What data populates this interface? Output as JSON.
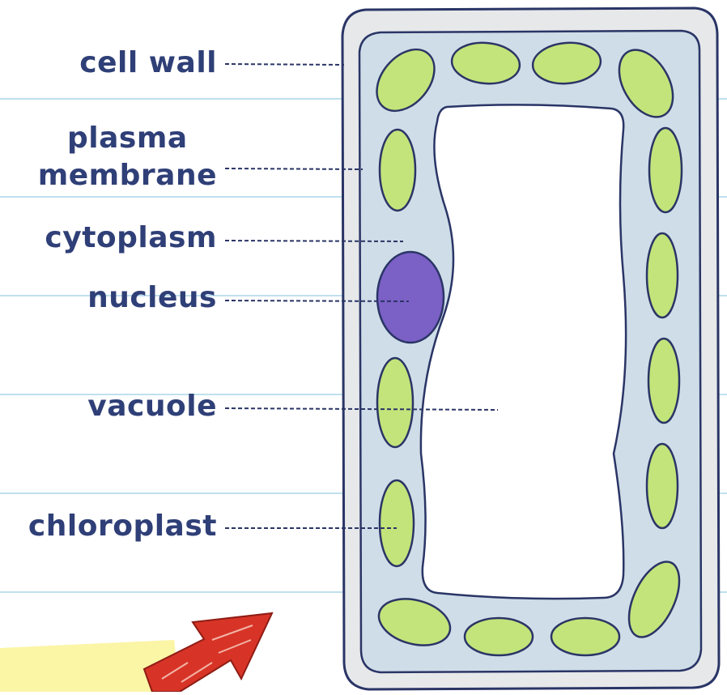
{
  "labels": {
    "cell_wall": "cell wall",
    "plasma_membrane_line1": "plasma",
    "plasma_membrane_line2": "membrane",
    "cytoplasm": "cytoplasm",
    "nucleus": "nucleus",
    "vacuole": "vacuole",
    "chloroplast": "chloroplast"
  },
  "colors": {
    "label_text": "#2f3f77",
    "ruled_line": "#bfe0ee",
    "cell_wall_fill": "#e6e8ea",
    "cytoplasm_fill": "#cfdde8",
    "outline": "#2a3566",
    "chloroplast_fill": "#c3e47a",
    "nucleus_fill": "#7b60c6",
    "arrow_fill": "#d73427",
    "highlight": "#fbf5a6"
  }
}
